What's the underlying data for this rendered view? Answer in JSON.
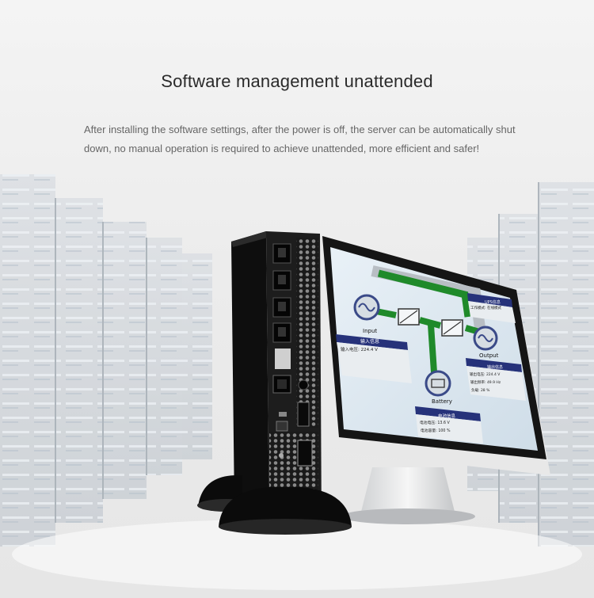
{
  "heading": "Software management unattended",
  "description": "After installing the software settings, after the power is off, the server can be automatically shut down, no manual operation is required to achieve unattended, more efficient and safer!",
  "screen": {
    "input_label": "Input",
    "input_box_title": "输入信息",
    "input_reading": "输入电压:  224.4 V",
    "output_label": "Output",
    "output_box_title": "输出信息",
    "output_readings": [
      "输出电压:  224.4 V",
      "输出频率:  49.9 Hz",
      "负载:  28 %"
    ],
    "top_right_title": "UPS信息",
    "top_right_reading": "工作模式:  在线模式",
    "battery_label": "Battery",
    "battery_box_title": "电池信息",
    "battery_readings": [
      "电池电压:  13.6 V",
      "电池容量:  100 %"
    ]
  }
}
